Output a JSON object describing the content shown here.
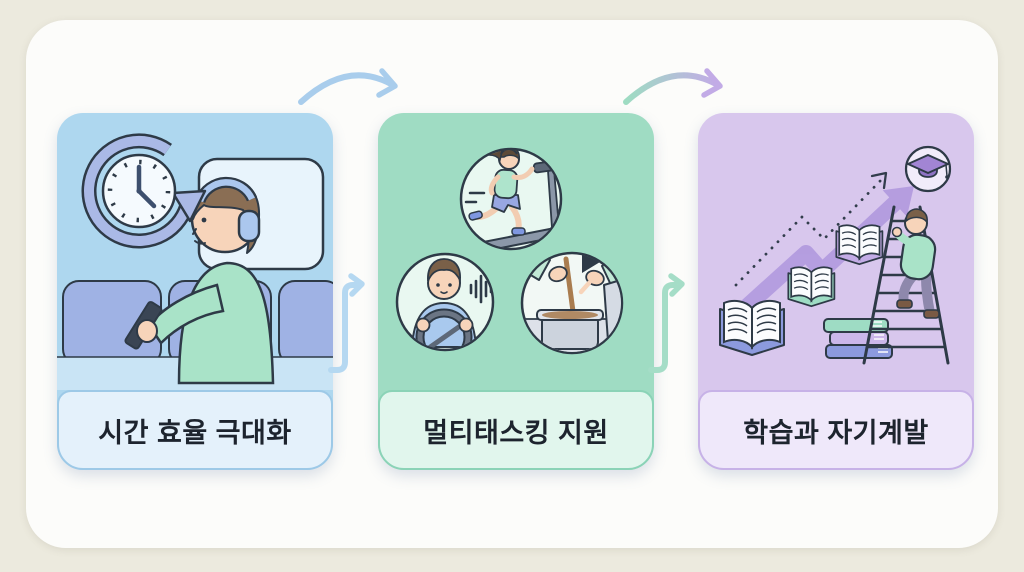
{
  "page": {
    "background": "#eceade",
    "panel_background": "#fcfcfa"
  },
  "flow": {
    "cards": [
      {
        "id": "time-efficiency",
        "label": "시간 효율 극대화",
        "card_color": "#aed7ef",
        "band_color": "#e4f1fb",
        "band_border_color": "#9dc9e7",
        "illustration": "commuter-listening-with-headphones",
        "icons": [
          "clock-history-icon",
          "vehicle-window",
          "headphones-icon",
          "smartphone-icon",
          "seat-row"
        ]
      },
      {
        "id": "multitasking",
        "label": "멀티태스킹 지원",
        "card_color": "#9fdcc3",
        "band_color": "#e1f6ed",
        "band_border_color": "#8bd3b7",
        "illustration": "multitasking-scenes",
        "icons": [
          "treadmill-runner-icon",
          "driver-audio-icon",
          "cooking-with-tablet-icon"
        ]
      },
      {
        "id": "learning-growth",
        "label": "학습과 자기계발",
        "card_color": "#d8c7ed",
        "band_color": "#efe8fa",
        "band_border_color": "#c7b2e7",
        "illustration": "books-growth-ladder",
        "icons": [
          "open-book-icon",
          "book-stack-icon",
          "growth-arrow-icon",
          "dashed-trend-arrow-icon",
          "ladder-climber-icon",
          "graduation-cap-icon"
        ]
      }
    ],
    "connectors": [
      {
        "id": "arc-1-to-2",
        "style": "top-arc",
        "color": "#a9cdec"
      },
      {
        "id": "arc-2-to-3",
        "style": "top-arc",
        "color_start": "#9edcc2",
        "color_end": "#c2abe6"
      },
      {
        "id": "elbow-1-to-2",
        "style": "side-elbow",
        "color": "#b5d8f1"
      },
      {
        "id": "elbow-2-to-3",
        "style": "side-elbow",
        "color": "#a5ddc7"
      }
    ]
  }
}
